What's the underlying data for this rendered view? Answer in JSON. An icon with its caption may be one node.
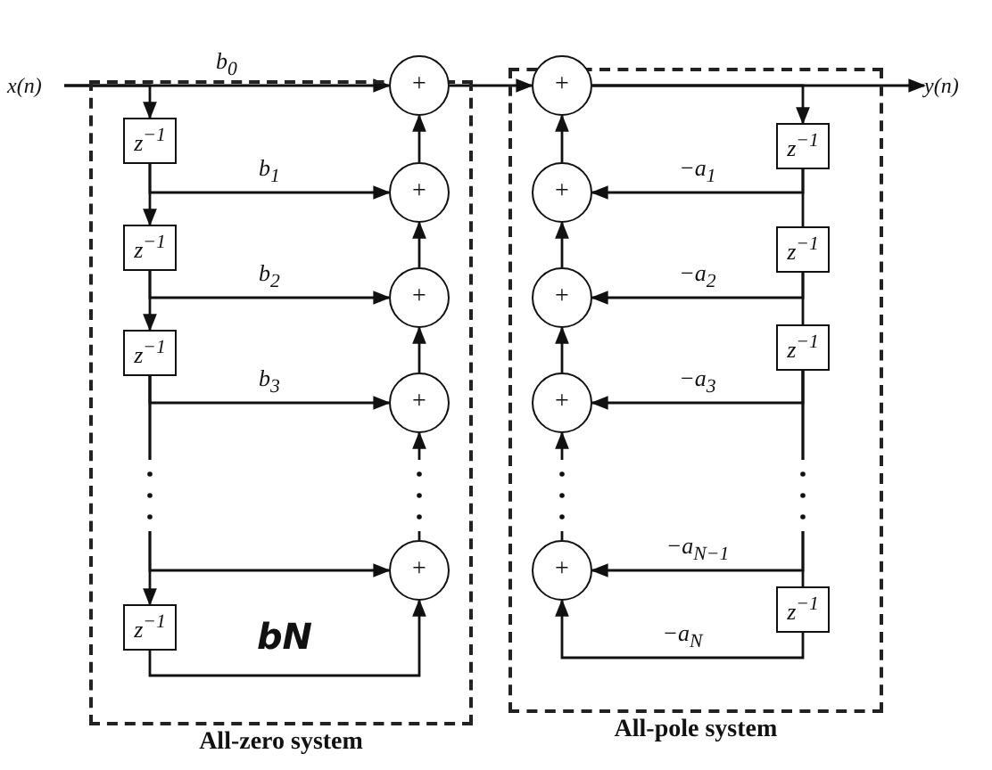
{
  "diagram": {
    "nodes": [
      {
        "text": [
          "All-zero system"
        ]
      },
      {
        "text": [
          "All-pole system"
        ]
      },
      {
        "text": [
          "x(n)"
        ]
      },
      {
        "text": [
          "+"
        ],
        "in": 0
      },
      {
        "text": [
          "+"
        ],
        "in": 0
      },
      {
        "text": [
          "+"
        ],
        "in": 0
      },
      {
        "text": [
          "+"
        ],
        "in": 0
      },
      {
        "text": [
          "+"
        ],
        "in": 0
      },
      {
        "text": [
          "z$^{−1}$"
        ],
        "in": 0
      },
      {
        "text": [
          "z$^{−1}$"
        ],
        "in": 0
      },
      {
        "text": [
          "z$^{−1}$"
        ],
        "in": 0
      },
      {
        "text": [
          "z$^{−1}$"
        ],
        "in": 0
      },
      {
        "text": [
          "+"
        ],
        "in": 1
      },
      {
        "text": [
          "+"
        ],
        "in": 1
      },
      {
        "text": [
          "+"
        ],
        "in": 1
      },
      {
        "text": [
          "+"
        ],
        "in": 1
      },
      {
        "text": [
          "+"
        ],
        "in": 1
      },
      {
        "text": [
          "z$^{−1}$"
        ],
        "in": 1
      },
      {
        "text": [
          "z$^{−1}$"
        ],
        "in": 1
      },
      {
        "text": [
          "z$^{−1}$"
        ],
        "in": 1
      },
      {
        "text": [
          "z$^{−1}$"
        ],
        "in": 1
      },
      {
        "text": [
          "y(n)"
        ]
      }
    ],
    "edges": [
      {
        "from": 2,
        "to": 3,
        "arrow": "to",
        "label": "b$_{0}$"
      },
      {
        "from": 2,
        "to": 8,
        "arrow": "to"
      },
      {
        "from": 8,
        "to": 4,
        "arrow": "to",
        "label": "b$_{1}$"
      },
      {
        "from": 8,
        "to": 9,
        "arrow": "to"
      },
      {
        "from": 9,
        "to": 5,
        "arrow": "to",
        "label": "b$_{2}$"
      },
      {
        "from": 9,
        "to": 10,
        "arrow": "to"
      },
      {
        "from": 10,
        "to": 6,
        "arrow": "to",
        "label": "b$_{3}$"
      },
      {
        "from": 10,
        "to": 11,
        "arrow": "to"
      },
      {
        "from": 10,
        "to": 7,
        "arrow": "to"
      },
      {
        "from": 11,
        "to": 7,
        "arrow": "to",
        "label": "bN"
      },
      {
        "from": 7,
        "to": 6,
        "arrow": "to"
      },
      {
        "from": 6,
        "to": 5,
        "arrow": "to"
      },
      {
        "from": 5,
        "to": 4,
        "arrow": "to"
      },
      {
        "from": 4,
        "to": 3,
        "arrow": "to"
      },
      {
        "from": 3,
        "to": 12,
        "arrow": "to"
      },
      {
        "from": 12,
        "to": 21,
        "arrow": "to"
      },
      {
        "from": 12,
        "to": 17,
        "arrow": "to"
      },
      {
        "from": 17,
        "to": 13,
        "arrow": "to",
        "label": "−a$_{1}$"
      },
      {
        "from": 17,
        "to": 18,
        "arrow": "none"
      },
      {
        "from": 18,
        "to": 14,
        "arrow": "to",
        "label": "−a$_{2}$"
      },
      {
        "from": 18,
        "to": 19,
        "arrow": "none"
      },
      {
        "from": 19,
        "to": 15,
        "arrow": "to",
        "label": "−a$_{3}$"
      },
      {
        "from": 19,
        "to": 20,
        "arrow": "none"
      },
      {
        "from": 19,
        "to": 16,
        "arrow": "to",
        "label": "−a$_{N−1}$"
      },
      {
        "from": 20,
        "to": 16,
        "arrow": "to",
        "label": "−a$_{N}$"
      },
      {
        "from": 16,
        "to": 15,
        "arrow": "to"
      },
      {
        "from": 15,
        "to": 14,
        "arrow": "to"
      },
      {
        "from": 14,
        "to": 13,
        "arrow": "to"
      },
      {
        "from": 13,
        "to": 12,
        "arrow": "to"
      }
    ]
  }
}
